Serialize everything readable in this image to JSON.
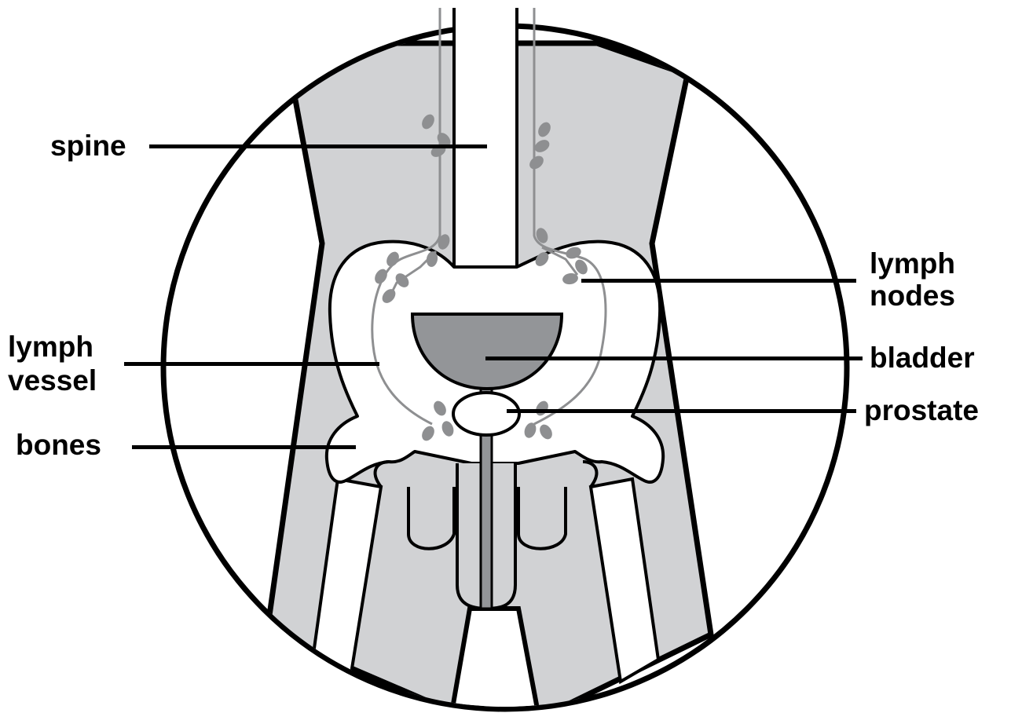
{
  "labels": {
    "spine": "spine",
    "lymph_nodes_line1": "lymph",
    "lymph_nodes_line2": "nodes",
    "lymph_vessel_line1": "lymph",
    "lymph_vessel_line2": "vessel",
    "bladder": "bladder",
    "prostate": "prostate",
    "bones": "bones"
  },
  "colors": {
    "outline": "#000000",
    "body_fill": "#d1d2d4",
    "bladder_fill": "#939598",
    "lymph": "#8e8f91",
    "bone_fill": "#ffffff"
  }
}
